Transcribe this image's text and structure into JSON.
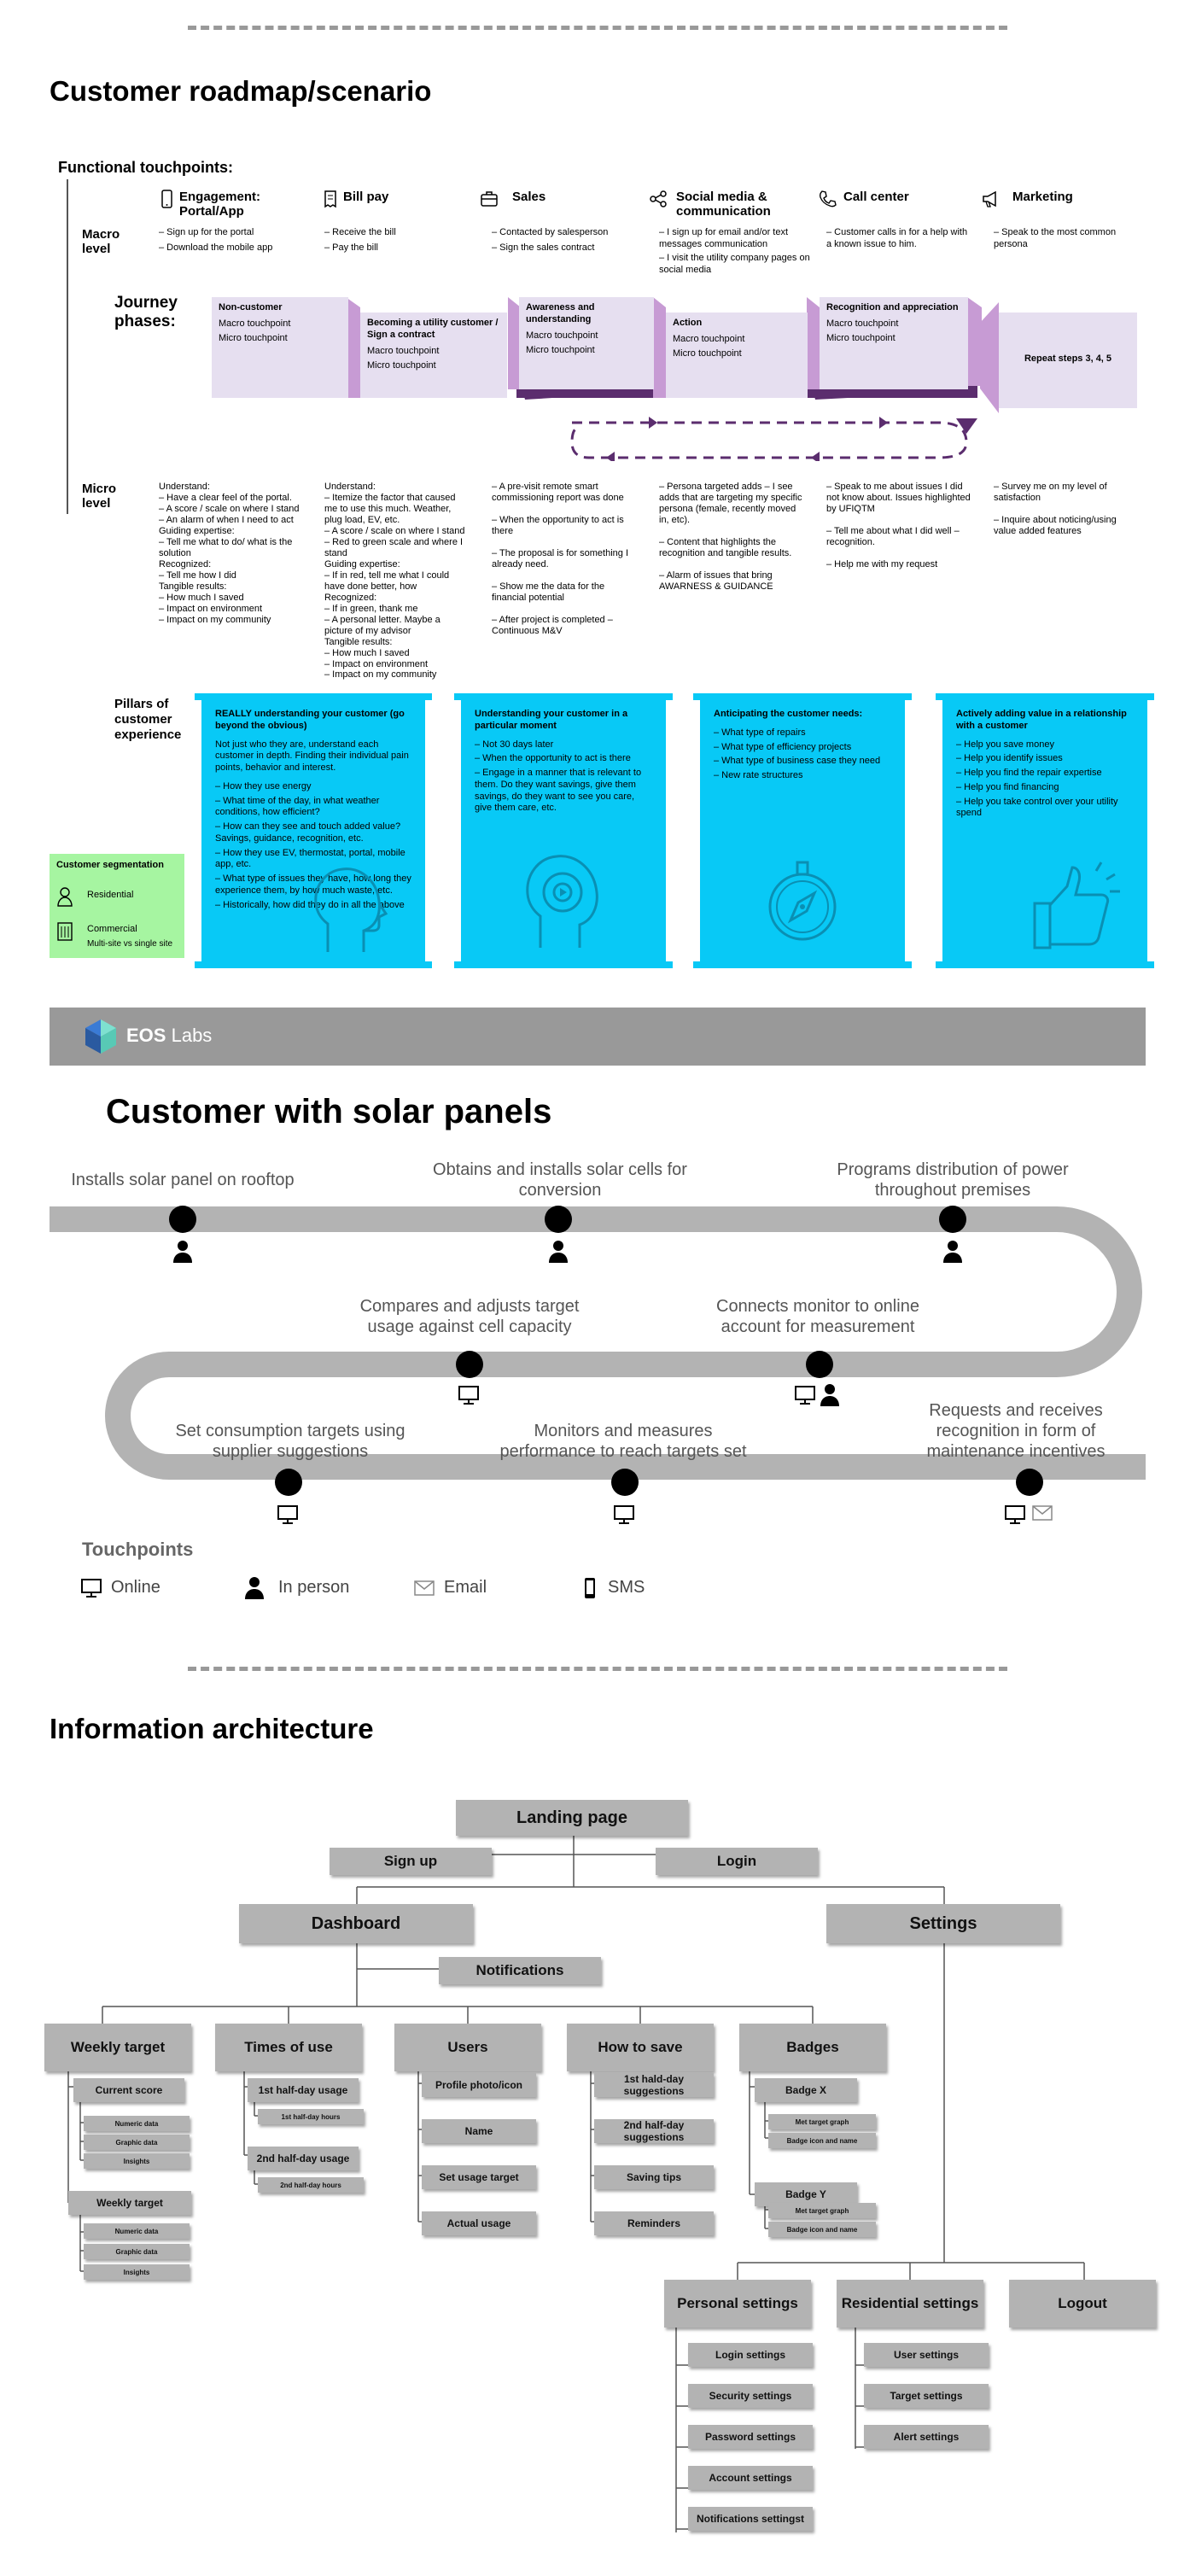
{
  "roadmap": {
    "title": "Customer roadmap/scenario",
    "functional_touchpoints": "Functional touchpoints:",
    "macro_level": "Macro level",
    "micro_level": "Micro level",
    "journey_phases": "Journey phases:",
    "pillars_label": "Pillars of customer experience",
    "channels": [
      {
        "name": "Engagement: Portal/App",
        "icon": "mobile-icon",
        "macro": [
          "– Sign up for the portal",
          "– Download the mobile app"
        ],
        "micro": "Understand:\n– Have a clear feel of the portal.\n– A score / scale on where I stand\n– An alarm of when I need to act\nGuiding expertise:\n– Tell me what to do/ what is the solution\nRecognized:\n– Tell me how I did\nTangible results:\n– How much I saved\n– Impact on environment\n– Impact on my community"
      },
      {
        "name": "Bill pay",
        "icon": "bill-icon",
        "macro": [
          "– Receive the bill",
          "– Pay the bill"
        ],
        "micro": "Understand:\n– Itemize the factor that caused me to use this much. Weather, plug load, EV, etc.\n– A score / scale on where I stand – Red to green scale and where I stand\nGuiding expertise:\n– If in red, tell me what I could have done better, how\nRecognized:\n– If in green, thank me\n– A personal letter. Maybe a picture of my advisor\nTangible results:\n– How much I saved\n– Impact on environment\n– Impact on my community"
      },
      {
        "name": "Sales",
        "icon": "briefcase-icon",
        "macro": [
          "– Contacted by salesperson",
          "– Sign the sales contract"
        ],
        "micro": "– A pre-visit remote smart commissioning report was done\n\n– When the opportunity to act is there\n\n– The proposal is for something I already need.\n\n– Show me the data for the financial potential\n\n– After project is completed – Continuous M&V"
      },
      {
        "name": "Social media & communication",
        "icon": "share-icon",
        "macro": [
          "– I sign up for email and/or text messages communication",
          "– I visit the utility company pages on social media"
        ],
        "micro": "– Persona targeted adds – I see adds that are targeting my specific persona (female, recently moved in, etc).\n\n– Content that highlights the recognition and tangible results.\n\n– Alarm of issues that bring AWARNESS & GUIDANCE"
      },
      {
        "name": "Call center",
        "icon": "phone-icon",
        "macro": [
          "– Customer calls in for a help with a known issue to him."
        ],
        "micro": "– Speak to me about issues I did not know about. Issues highlighted by UFIQTM\n\n– Tell me about what I did well – recognition.\n\n– Help me with my request"
      },
      {
        "name": "Marketing",
        "icon": "megaphone-icon",
        "macro": [
          "– Speak to the most common persona"
        ],
        "micro": "– Survey me on my level of satisfaction\n\n– Inquire about noticing/using value added features"
      }
    ],
    "phases": [
      {
        "title": "Non-customer",
        "items": [
          "Macro touchpoint",
          "Micro touchpoint"
        ]
      },
      {
        "title": "Becoming a utility customer / Sign a contract",
        "items": [
          "Macro touchpoint",
          "Micro touchpoint"
        ]
      },
      {
        "title": "Awareness and understanding",
        "items": [
          "Macro touchpoint",
          "Micro touchpoint"
        ]
      },
      {
        "title": "Action",
        "items": [
          "Macro touchpoint",
          "Micro touchpoint"
        ]
      },
      {
        "title": "Recognition and appreciation",
        "items": [
          "Macro touchpoint",
          "Micro touchpoint"
        ]
      },
      {
        "title": "Repeat steps 3, 4, 5",
        "items": []
      }
    ],
    "pillars": [
      {
        "title": "REALLY understanding your customer (go beyond the obvious)",
        "intro": "Not just who they are, understand each customer in depth. Finding their individual pain points, behavior and interest.",
        "items": [
          "– How they use energy",
          "– What time of the day, in what weather conditions, how efficient?",
          "– How can they see and touch added value? Savings, guidance, recognition, etc.",
          "– How they use EV, thermostat, portal, mobile app, etc.",
          "– What type of issues they have, how long they experience them, by how much waste, etc.",
          "– Historically, how did they do in all the above"
        ],
        "icon": "head-profile-icon"
      },
      {
        "title": "Understanding your customer in a particular moment",
        "intro": "",
        "items": [
          "– Not 30 days later",
          "– When the opportunity to act is there",
          "– Engage in a manner that is relevant to them. Do they want savings, give them savings, do they want to see you care, give them care, etc."
        ],
        "icon": "head-gear-icon"
      },
      {
        "title": "Anticipating the customer needs:",
        "intro": "",
        "items": [
          "– What type of repairs",
          "– What type of efficiency projects",
          "– What type of business case they need",
          "– New rate structures"
        ],
        "icon": "compass-icon"
      },
      {
        "title": "Actively adding value in a relationship with a customer",
        "intro": "",
        "items": [
          "– Help you save money",
          "– Help you identify issues",
          "– Help you find the repair expertise",
          "– Help you find financing",
          "– Help you take control over your utility spend"
        ],
        "icon": "thumbs-up-icon"
      }
    ],
    "segmentation": {
      "title": "Customer segmentation",
      "residential": "Residential",
      "commercial": "Commercial",
      "commercial_sub": "Multi-site vs single site"
    }
  },
  "banner": {
    "brand": "EOS",
    "brand_suffix": "Labs",
    "bg": "#999999"
  },
  "solar": {
    "title": "Customer with solar panels",
    "steps": [
      {
        "label": "Installs solar panel on rooftop",
        "touch": [
          "person-icon"
        ]
      },
      {
        "label": "Obtains and installs solar cells for conversion",
        "touch": [
          "person-icon"
        ]
      },
      {
        "label": "Programs distribution of power throughout premises",
        "touch": [
          "person-icon"
        ]
      },
      {
        "label": "Compares and adjusts target usage against cell capacity",
        "touch": [
          "monitor-icon"
        ]
      },
      {
        "label": "Connects monitor to online account for measurement",
        "touch": [
          "monitor-icon",
          "person-icon"
        ]
      },
      {
        "label": "Set consumption targets using supplier suggestions",
        "touch": [
          "monitor-icon"
        ]
      },
      {
        "label": "Monitors and measures performance to reach targets set",
        "touch": [
          "monitor-icon"
        ]
      },
      {
        "label": "Requests and receives recognition in form of maintenance incentives",
        "touch": [
          "monitor-icon",
          "email-icon"
        ]
      }
    ],
    "touchpoints_title": "Touchpoints",
    "legend": [
      {
        "label": "Online",
        "icon": "monitor-icon"
      },
      {
        "label": "In person",
        "icon": "person-icon"
      },
      {
        "label": "Email",
        "icon": "email-icon"
      },
      {
        "label": "SMS",
        "icon": "phone-icon"
      }
    ]
  },
  "ia": {
    "title": "Information architecture",
    "landing": "Landing page",
    "signup": "Sign up",
    "login": "Login",
    "dashboard": "Dashboard",
    "settings": "Settings",
    "notifications": "Notifications",
    "columns": [
      {
        "title": "Weekly target",
        "groups": [
          {
            "name": "Current score",
            "subs": [
              "Numeric data",
              "Graphic data",
              "Insights"
            ]
          },
          {
            "name": "Weekly target",
            "subs": [
              "Numeric data",
              "Graphic data",
              "Insights"
            ]
          }
        ]
      },
      {
        "title": "Times of use",
        "groups": [
          {
            "name": "1st half-day usage",
            "subs": [
              "1st half-day hours"
            ]
          },
          {
            "name": "2nd half-day usage",
            "subs": [
              "2nd half-day hours"
            ]
          }
        ]
      },
      {
        "title": "Users",
        "items": [
          "Profile photo/icon",
          "Name",
          "Set usage target",
          "Actual usage"
        ]
      },
      {
        "title": "How to save",
        "items": [
          "1st hald-day suggestions",
          "2nd half-day suggestions",
          "Saving tips",
          "Reminders"
        ]
      },
      {
        "title": "Badges",
        "groups": [
          {
            "name": "Badge X",
            "subs": [
              "Met target graph",
              "Badge icon and name"
            ]
          },
          {
            "name": "Badge Y",
            "subs": [
              "Met target graph",
              "Badge icon and name"
            ]
          }
        ]
      }
    ],
    "settings_cols": [
      {
        "title": "Personal settings",
        "items": [
          "Login settings",
          "Security settings",
          "Password settings",
          "Account settings",
          "Notifications settingst"
        ]
      },
      {
        "title": "Residential settings",
        "items": [
          "User settings",
          "Target settings",
          "Alert settings"
        ]
      },
      {
        "title": "Logout",
        "items": []
      }
    ]
  }
}
